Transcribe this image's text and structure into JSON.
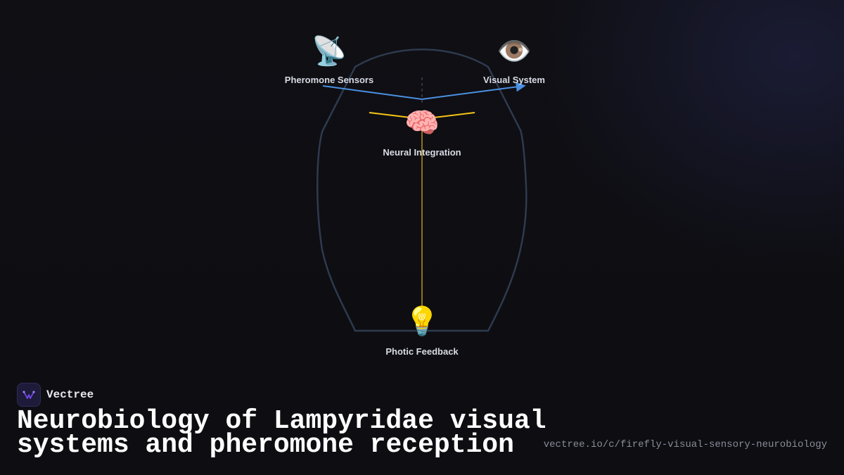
{
  "diagram": {
    "nodes": {
      "pheromone": {
        "icon": "📡",
        "icon_name": "satellite-dish-icon",
        "label": "Pheromone Sensors"
      },
      "visual": {
        "icon": "👁️",
        "icon_name": "eye-icon",
        "label": "Visual System"
      },
      "neural": {
        "icon": "🧠",
        "icon_name": "brain-icon",
        "label": "Neural Integration"
      },
      "photic": {
        "icon": "💡",
        "icon_name": "light-bulb-icon",
        "label": "Photic Feedback"
      }
    },
    "colors": {
      "outline": "#2e3a4e",
      "sensor_path": "#4a90e2",
      "neural_links": "#f5c518",
      "feedback_line": "#b8941a"
    }
  },
  "brand": {
    "name": "Vectree",
    "logo_icon": "vectree-logo-icon",
    "logo_color": "#7c4dff"
  },
  "title": "Neurobiology of Lampyridae visual systems and pheromone reception",
  "url": "vectree.io/c/firefly-visual-sensory-neurobiology"
}
